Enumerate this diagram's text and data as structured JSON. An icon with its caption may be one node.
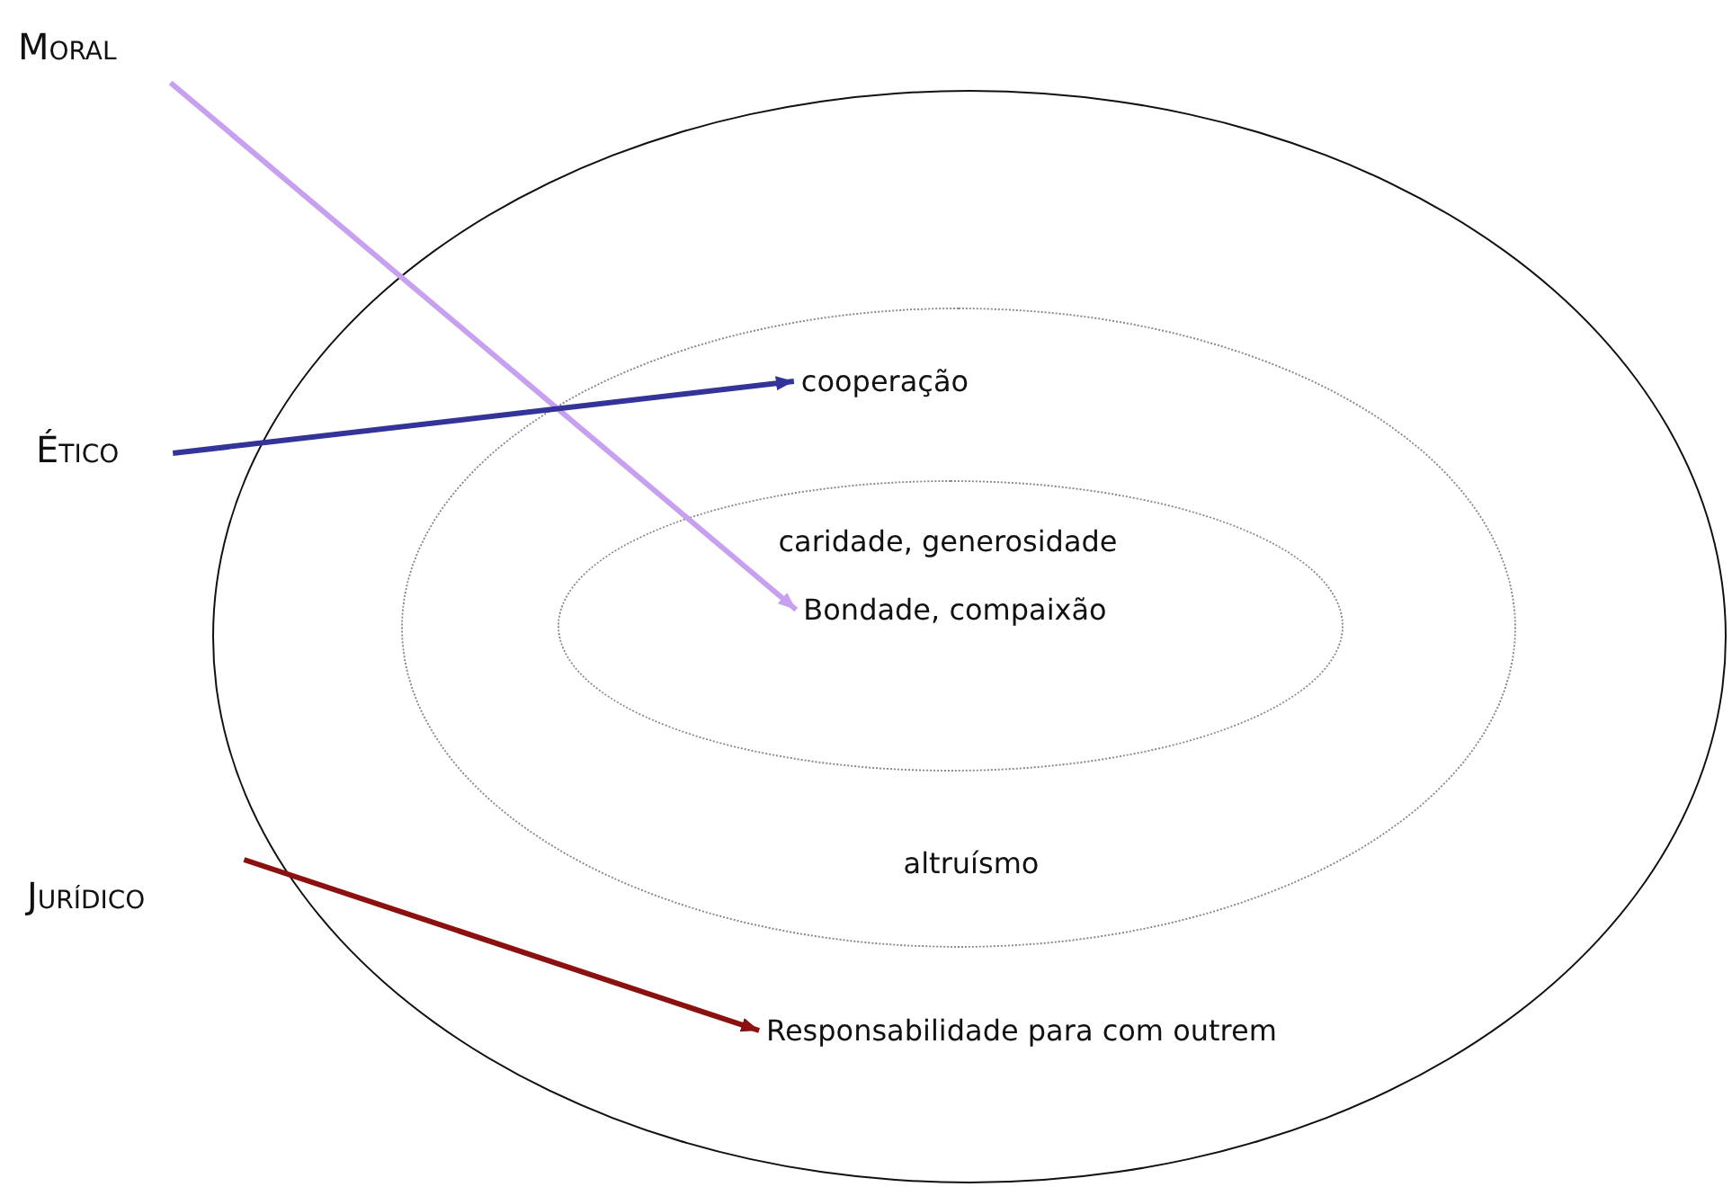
{
  "diagram": {
    "nodes": [
      {
        "text": [
          "Responsabilidade para com outrem"
        ]
      },
      {
        "text": [
          "cooperação",
          "altruísmo"
        ],
        "in": 0
      },
      {
        "text": [
          "caridade, generosidade",
          "Bondade, compaixão"
        ],
        "in": 1
      },
      {
        "text": [
          "Moral"
        ]
      },
      {
        "text": [
          "Ético"
        ]
      },
      {
        "text": [
          "Jurídico"
        ]
      }
    ],
    "edges": [
      {
        "from": 3,
        "to": 2,
        "arrow": "to",
        "color": "#c8a0f0"
      },
      {
        "from": 4,
        "to": 1,
        "arrow": "to",
        "color": "#333399"
      },
      {
        "from": 5,
        "to": 0,
        "arrow": "to",
        "color": "#8b1010"
      }
    ]
  }
}
